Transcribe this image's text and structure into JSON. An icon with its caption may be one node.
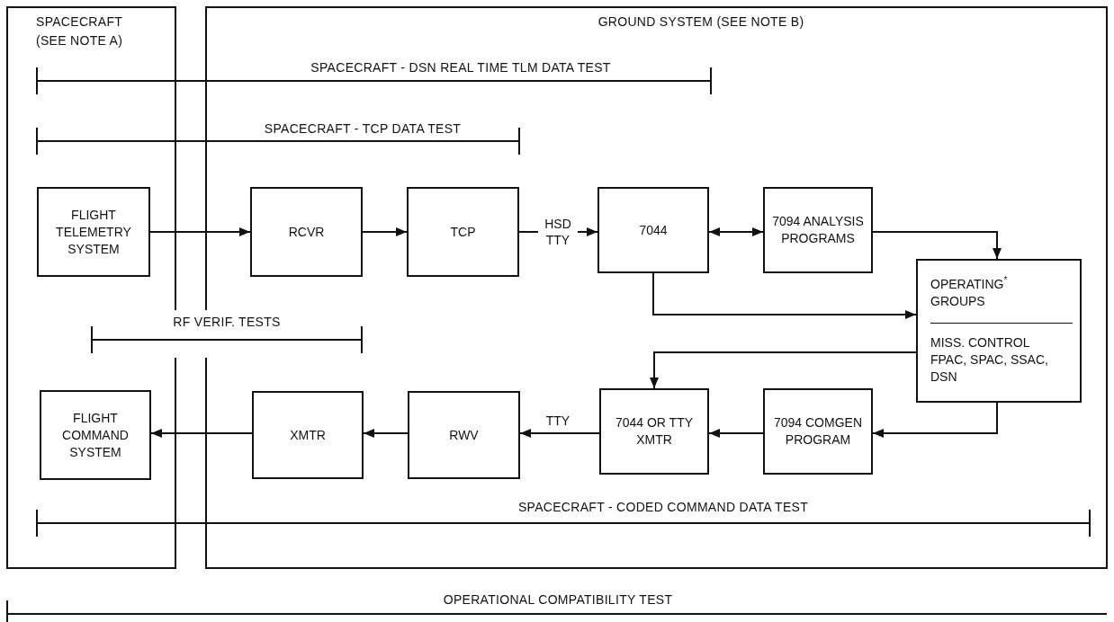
{
  "diagram": {
    "nodes": [
      {
        "text": [
          "SPACECRAFT (SEE NOTE A)"
        ]
      },
      {
        "text": [
          "GROUND SYSTEM (SEE NOTE B)"
        ]
      },
      {
        "text": [
          "FLIGHT TELEMETRY SYSTEM"
        ],
        "in": 0
      },
      {
        "text": [
          "RCVR"
        ],
        "in": 1
      },
      {
        "text": [
          "TCP"
        ],
        "in": 1
      },
      {
        "text": [
          "7044"
        ],
        "in": 1
      },
      {
        "text": [
          "7094 ANALYSIS PROGRAMS"
        ],
        "in": 1
      },
      {
        "text": [
          "OPERATING$^{*}$ GROUPS",
          "MISS. CONTROL FPAC, SPAC, SSAC, DSN"
        ],
        "in": 1
      },
      {
        "text": [
          "FLIGHT COMMAND SYSTEM"
        ],
        "in": 0
      },
      {
        "text": [
          "XMTR"
        ],
        "in": 1
      },
      {
        "text": [
          "RWV"
        ],
        "in": 1
      },
      {
        "text": [
          "7044 OR TTY XMTR"
        ],
        "in": 1
      },
      {
        "text": [
          "7094 COMGEN PROGRAM"
        ],
        "in": 1
      }
    ],
    "edges": [
      {
        "from": 2,
        "to": 3,
        "arrow": "to"
      },
      {
        "from": 3,
        "to": 4,
        "arrow": "to"
      },
      {
        "from": 4,
        "to": 5,
        "arrow": "to",
        "label": "HSD TTY"
      },
      {
        "from": 5,
        "to": 6,
        "arrow": "both"
      },
      {
        "from": 6,
        "to": 7,
        "arrow": "to"
      },
      {
        "from": 5,
        "to": 7,
        "arrow": "to"
      },
      {
        "from": 7,
        "to": 11,
        "arrow": "to"
      },
      {
        "from": 7,
        "to": 12,
        "arrow": "to"
      },
      {
        "from": 12,
        "to": 11,
        "arrow": "to"
      },
      {
        "from": 11,
        "to": 10,
        "arrow": "to",
        "label": "TTY"
      },
      {
        "from": 10,
        "to": 9,
        "arrow": "to"
      },
      {
        "from": 9,
        "to": 8,
        "arrow": "to"
      }
    ],
    "labels": [
      "SPACECRAFT - DSN REAL TIME TLM DATA TEST",
      "SPACECRAFT - TCP DATA TEST",
      "RF VERIF. TESTS",
      "SPACECRAFT - CODED COMMAND DATA TEST",
      "OPERATIONAL COMPATIBILITY TEST"
    ]
  }
}
